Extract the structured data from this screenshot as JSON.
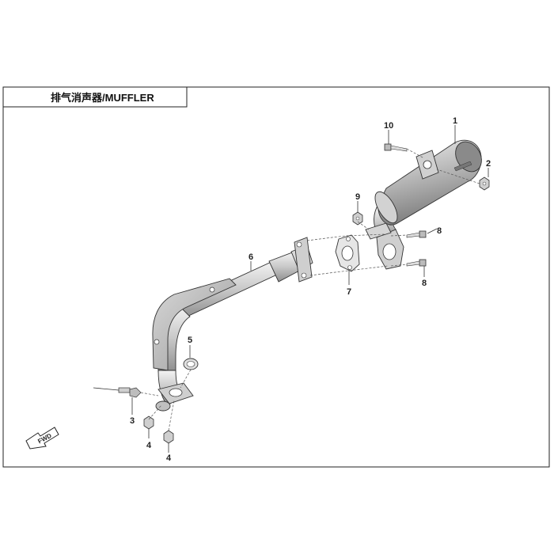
{
  "title": "排气消声器/MUFFLER",
  "fwd_label": "FWD",
  "callouts": [
    {
      "id": "1",
      "text": "1"
    },
    {
      "id": "2",
      "text": "2"
    },
    {
      "id": "3",
      "text": "3"
    },
    {
      "id": "4a",
      "text": "4"
    },
    {
      "id": "4b",
      "text": "4"
    },
    {
      "id": "5",
      "text": "5"
    },
    {
      "id": "6",
      "text": "6"
    },
    {
      "id": "7",
      "text": "7"
    },
    {
      "id": "8a",
      "text": "8"
    },
    {
      "id": "8b",
      "text": "8"
    },
    {
      "id": "9",
      "text": "9"
    },
    {
      "id": "10",
      "text": "10"
    }
  ]
}
